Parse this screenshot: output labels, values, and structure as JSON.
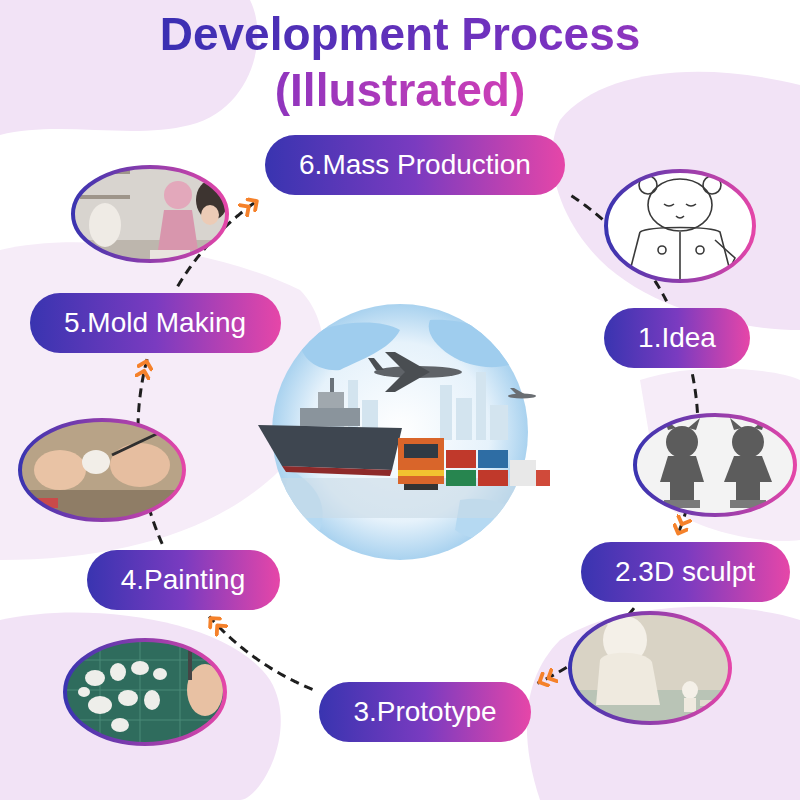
{
  "diagram": {
    "title": "Development Process (Illustrated)",
    "nodes": [
      {
        "text": [
          "1.Idea"
        ]
      },
      {
        "text": [
          "2.3D sculpt"
        ]
      },
      {
        "text": [
          "3.Prototype"
        ]
      },
      {
        "text": [
          "4.Painting"
        ]
      },
      {
        "text": [
          "5.Mold Making"
        ]
      },
      {
        "text": [
          "6.Mass Production"
        ]
      }
    ],
    "edges": [
      {
        "from": 0,
        "to": 1,
        "arrow": "to"
      },
      {
        "from": 1,
        "to": 2,
        "arrow": "to"
      },
      {
        "from": 2,
        "to": 3,
        "arrow": "to"
      },
      {
        "from": 3,
        "to": 4,
        "arrow": "to"
      },
      {
        "from": 4,
        "to": 5,
        "arrow": "to"
      },
      {
        "from": 5,
        "to": 0,
        "arrow": "none"
      }
    ]
  }
}
